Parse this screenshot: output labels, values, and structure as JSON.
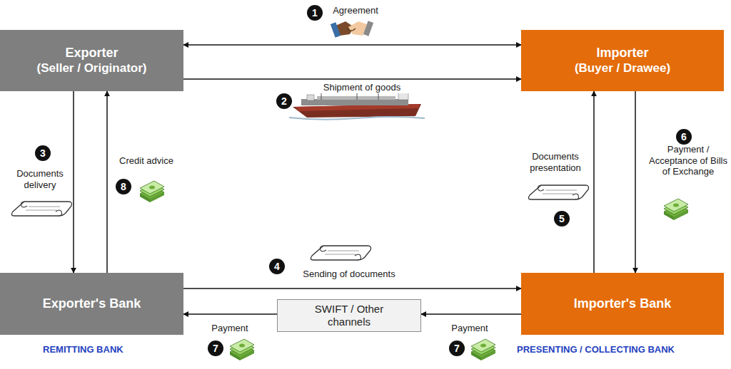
{
  "diagram": {
    "nodes": [
      {
        "text": [
          "Exporter",
          "(Seller / Originator)"
        ]
      },
      {
        "text": [
          "Importer",
          "(Buyer / Drawee)"
        ]
      },
      {
        "text": [
          "Exporter's Bank"
        ]
      },
      {
        "text": [
          "Importer's Bank"
        ]
      },
      {
        "text": [
          "SWIFT / Other channels"
        ]
      }
    ],
    "edges": [
      {
        "from": 0,
        "to": 1,
        "arrow": "both",
        "label": "Agreement"
      },
      {
        "from": 0,
        "to": 1,
        "arrow": "to",
        "label": "Shipment of goods"
      },
      {
        "from": 0,
        "to": 2,
        "arrow": "to",
        "label": "Documents delivery"
      },
      {
        "from": 2,
        "to": 0,
        "arrow": "to",
        "label": "Credit advice"
      },
      {
        "from": 2,
        "to": 3,
        "arrow": "to",
        "label": "Sending of documents"
      },
      {
        "from": 3,
        "to": 1,
        "arrow": "to",
        "label": "Documents presentation"
      },
      {
        "from": 1,
        "to": 3,
        "arrow": "to",
        "label": "Payment / Acceptance of Bills of Exchange"
      },
      {
        "from": 3,
        "to": 4,
        "arrow": "to",
        "label": "Payment"
      },
      {
        "from": 4,
        "to": 2,
        "arrow": "to",
        "label": "Payment"
      }
    ],
    "labels": [
      "1",
      "2",
      "3",
      "4",
      "5",
      "6",
      "7",
      "7",
      "8",
      "REMITTING BANK",
      "PRESENTING / COLLECTING BANK"
    ]
  }
}
